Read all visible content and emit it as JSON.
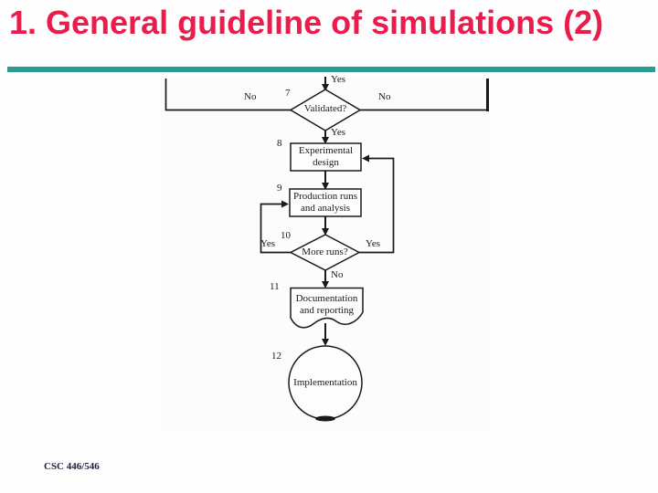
{
  "slide": {
    "title": "1. General guideline of simulations (2)",
    "footer": "CSC 446/546"
  },
  "colors": {
    "title_red": "#e91c4c",
    "underline_teal": "#2d9a93",
    "diagram_ink": "#1a1a1a"
  },
  "flowchart": {
    "entry": {
      "yes_label": "Yes"
    },
    "nodes": {
      "validated": {
        "number": "7",
        "label": "Validated?"
      },
      "experimental": {
        "number": "8",
        "label": "Experimental design"
      },
      "production": {
        "number": "9",
        "label": "Production runs and analysis"
      },
      "more_runs": {
        "number": "10",
        "label": "More runs?"
      },
      "documentation": {
        "number": "11",
        "label": "Documentation and reporting"
      },
      "implementation": {
        "number": "12",
        "label": "Implementation"
      }
    },
    "edges": {
      "validated_no_left": "No",
      "validated_no_right": "No",
      "validated_yes": "Yes",
      "more_runs_yes_left": "Yes",
      "more_runs_yes_right": "Yes",
      "more_runs_no": "No"
    }
  }
}
